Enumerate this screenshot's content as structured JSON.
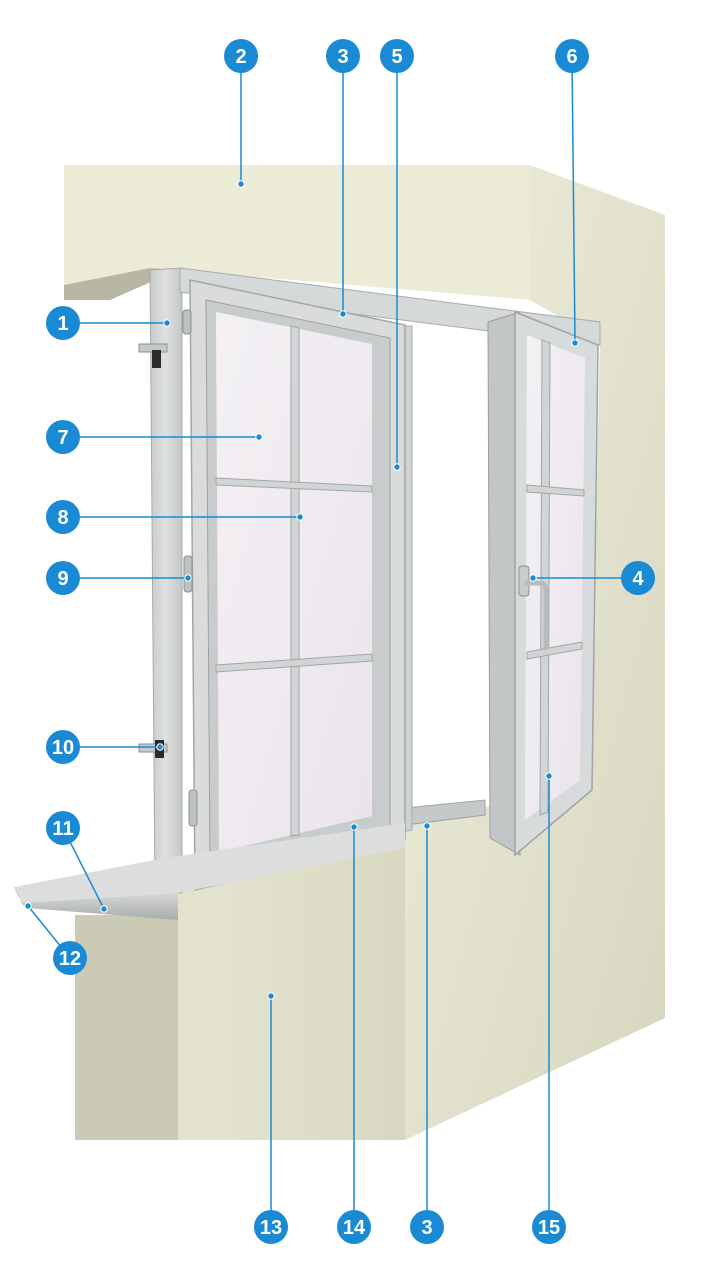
{
  "colors": {
    "accent": "#1a8ad4",
    "wall": "#e6e6d2",
    "frame": "#d4d7d7",
    "glass": "#f0ecf1"
  },
  "callouts": [
    {
      "number": "1"
    },
    {
      "number": "2"
    },
    {
      "number": "3"
    },
    {
      "number": "5"
    },
    {
      "number": "6"
    },
    {
      "number": "7"
    },
    {
      "number": "8"
    },
    {
      "number": "9"
    },
    {
      "number": "4"
    },
    {
      "number": "10"
    },
    {
      "number": "11"
    },
    {
      "number": "12"
    },
    {
      "number": "13"
    },
    {
      "number": "14"
    },
    {
      "number": "3"
    },
    {
      "number": "15"
    }
  ]
}
